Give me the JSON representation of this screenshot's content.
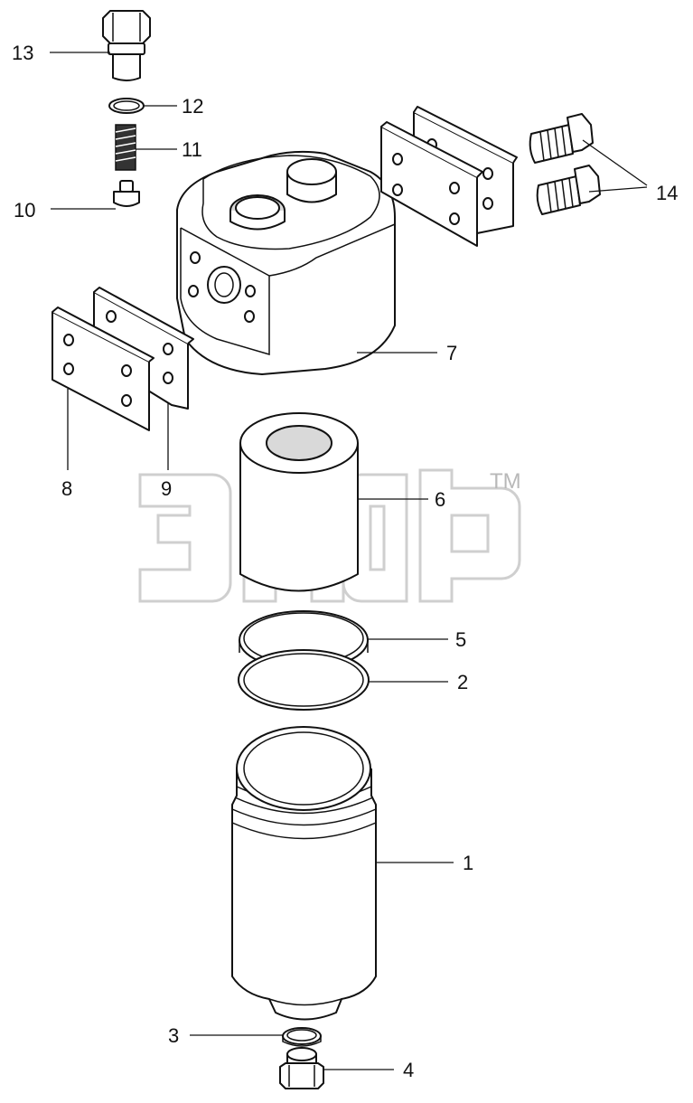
{
  "watermark": {
    "mark": "TM"
  },
  "callouts": [
    {
      "id": "13",
      "text": "13"
    },
    {
      "id": "12",
      "text": "12"
    },
    {
      "id": "11",
      "text": "11"
    },
    {
      "id": "10",
      "text": "10"
    },
    {
      "id": "14",
      "text": "14"
    },
    {
      "id": "7",
      "text": "7"
    },
    {
      "id": "8",
      "text": "8"
    },
    {
      "id": "9",
      "text": "9"
    },
    {
      "id": "6",
      "text": "6"
    },
    {
      "id": "5",
      "text": "5"
    },
    {
      "id": "2",
      "text": "2"
    },
    {
      "id": "1",
      "text": "1"
    },
    {
      "id": "3",
      "text": "3"
    },
    {
      "id": "4",
      "text": "4"
    }
  ]
}
